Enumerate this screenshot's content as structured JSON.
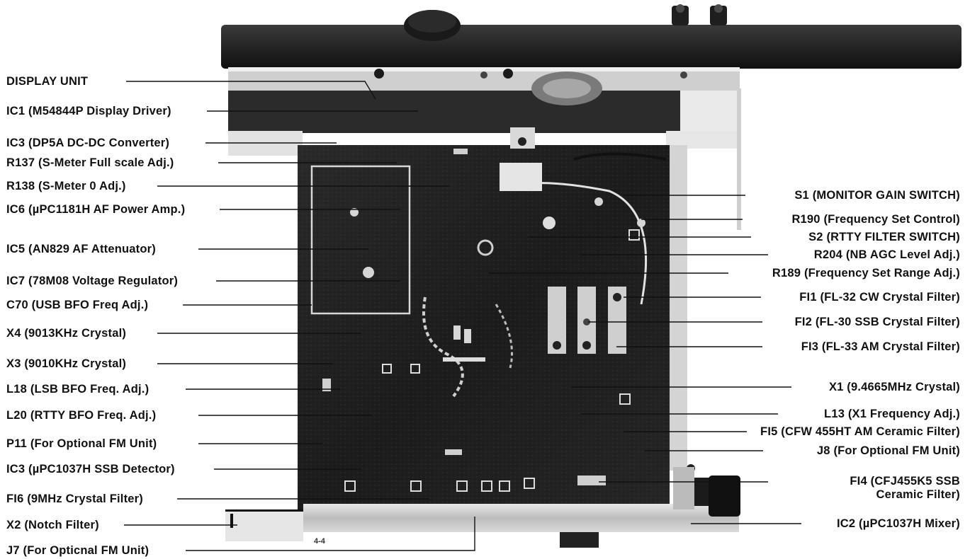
{
  "diagram": {
    "left_labels": [
      {
        "key": "display_unit",
        "text": "DISPLAY UNIT"
      },
      {
        "key": "ic1",
        "text": "IC1 (M54844P Display Driver)"
      },
      {
        "key": "ic3_dc",
        "text": "IC3 (DP5A DC-DC Converter)"
      },
      {
        "key": "r137",
        "text": "R137 (S-Meter Full scale Adj.)"
      },
      {
        "key": "r138",
        "text": "R138 (S-Meter 0 Adj.)"
      },
      {
        "key": "ic6",
        "text": "IC6 (µPC1181H AF Power Amp.)"
      },
      {
        "key": "ic5",
        "text": "IC5 (AN829 AF Attenuator)"
      },
      {
        "key": "ic7",
        "text": "IC7 (78M08 Voltage Regulator)"
      },
      {
        "key": "c70",
        "text": "C70 (USB BFO Freq Adj.)"
      },
      {
        "key": "x4",
        "text": "X4 (9013KHz Crystal)"
      },
      {
        "key": "x3",
        "text": "X3 (9010KHz Crystal)"
      },
      {
        "key": "l18",
        "text": "L18 (LSB BFO Freq. Adj.)"
      },
      {
        "key": "l20",
        "text": "L20 (RTTY BFO Freq. Adj.)"
      },
      {
        "key": "p11",
        "text": "P11 (For Optional FM Unit)"
      },
      {
        "key": "ic3_ssb",
        "text": "IC3 (µPC1037H SSB Detector)"
      },
      {
        "key": "fi6",
        "text": "FI6 (9MHz Crystal Filter)"
      },
      {
        "key": "x2",
        "text": "X2 (Notch Filter)"
      },
      {
        "key": "j7",
        "text": "J7 (For Opticnal FM Unit)"
      }
    ],
    "right_labels": [
      {
        "key": "s1",
        "text": "S1 (MONITOR GAIN SWITCH)"
      },
      {
        "key": "r190",
        "text": "R190 (Frequency Set Control)"
      },
      {
        "key": "s2",
        "text": "S2 (RTTY FILTER SWITCH)"
      },
      {
        "key": "r204",
        "text": "R204 (NB AGC Level Adj.)"
      },
      {
        "key": "r189",
        "text": "R189 (Frequency Set Range Adj.)"
      },
      {
        "key": "fi1",
        "text": "FI1 (FL-32 CW Crystal Filter)"
      },
      {
        "key": "fi2",
        "text": "FI2 (FL-30 SSB Crystal Filter)"
      },
      {
        "key": "fi3",
        "text": "FI3 (FL-33 AM Crystal Filter)"
      },
      {
        "key": "x1",
        "text": "X1 (9.4665MHz Crystal)"
      },
      {
        "key": "l13",
        "text": "L13 (X1 Frequency Adj.)"
      },
      {
        "key": "fi5",
        "text": "FI5 (CFW 455HT AM Ceramic Filter)"
      },
      {
        "key": "j8",
        "text": "J8 (For Optional FM Unit)"
      },
      {
        "key": "fi4_line1",
        "text": "FI4 (CFJ455K5 SSB"
      },
      {
        "key": "fi4_line2",
        "text": "Ceramic Filter)"
      },
      {
        "key": "ic2",
        "text": "IC2 (µPC1037H Mixer)"
      }
    ],
    "photo_marking": "4-4"
  }
}
